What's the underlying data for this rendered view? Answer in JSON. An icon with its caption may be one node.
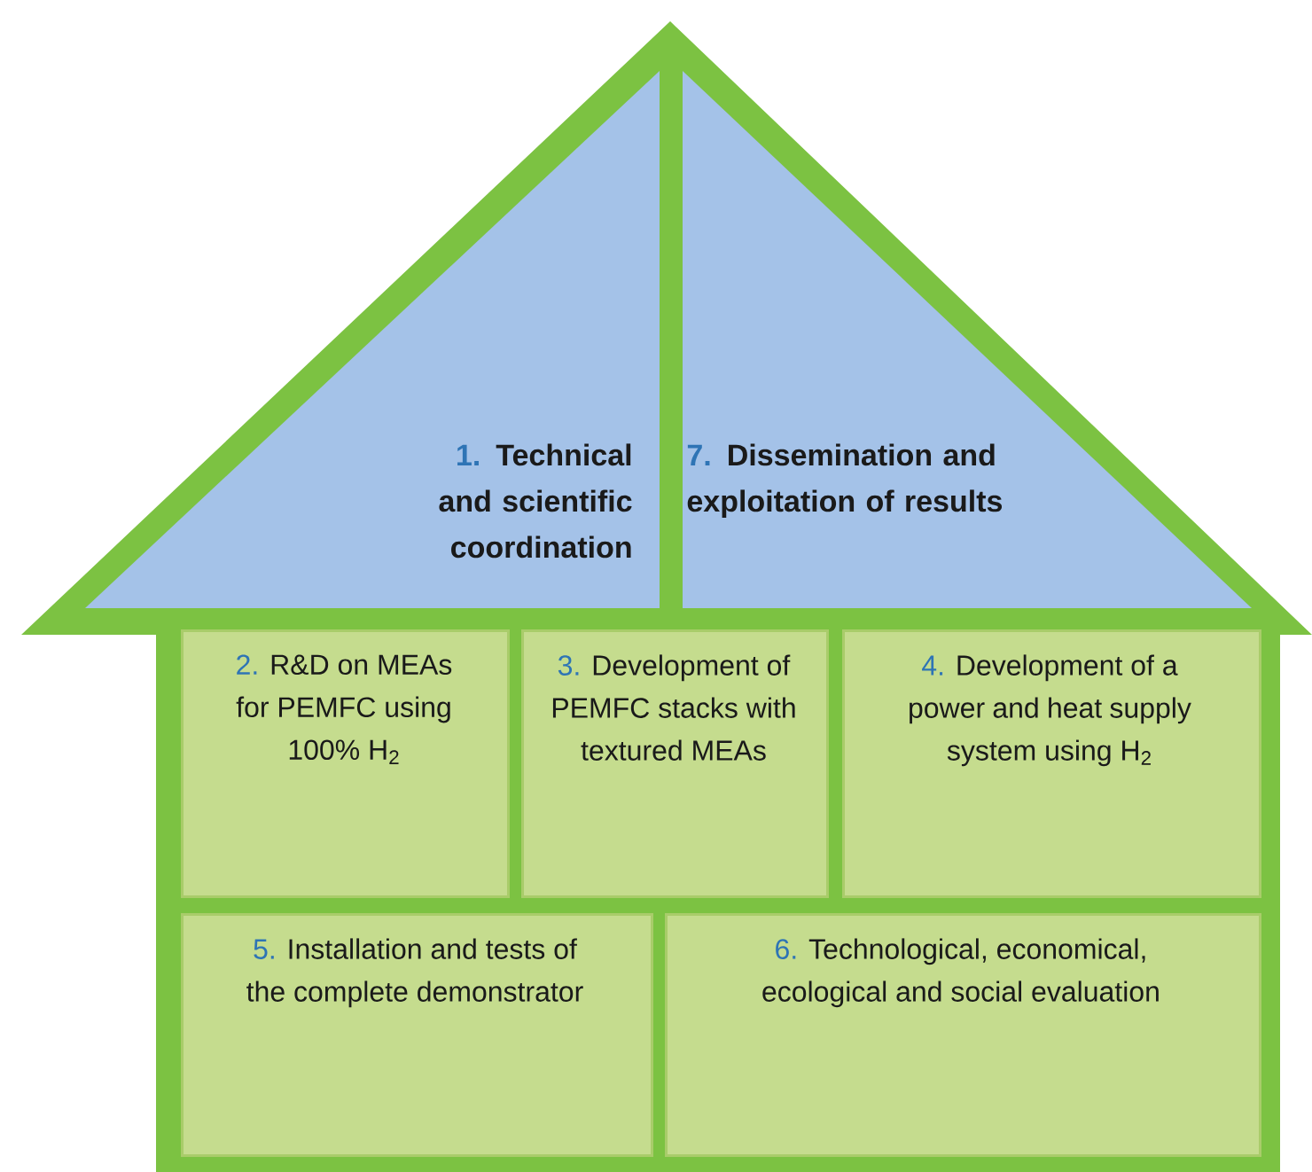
{
  "diagram": {
    "nodes": [
      {
        "text": [],
        "shape": "house"
      },
      {
        "text": [
          "1.",
          "Technical and scientific coordination"
        ],
        "in": 0
      },
      {
        "text": [
          "7.",
          "Dissemination and exploitation of results"
        ],
        "in": 0
      },
      {
        "text": [
          "2.",
          "R&D on MEAs for PEMFC using 100% H$_{2}$"
        ],
        "in": 0
      },
      {
        "text": [
          "3.",
          "Development of PEMFC stacks with textured MEAs"
        ],
        "in": 0
      },
      {
        "text": [
          "4.",
          "Development of a power and heat supply system using H$_{2}$"
        ],
        "in": 0
      },
      {
        "text": [
          "5.",
          "Installation and tests of the complete demonstrator"
        ],
        "in": 0
      },
      {
        "text": [
          "6.",
          "Technological, economical, ecological and social evaluation"
        ],
        "in": 0
      }
    ]
  }
}
